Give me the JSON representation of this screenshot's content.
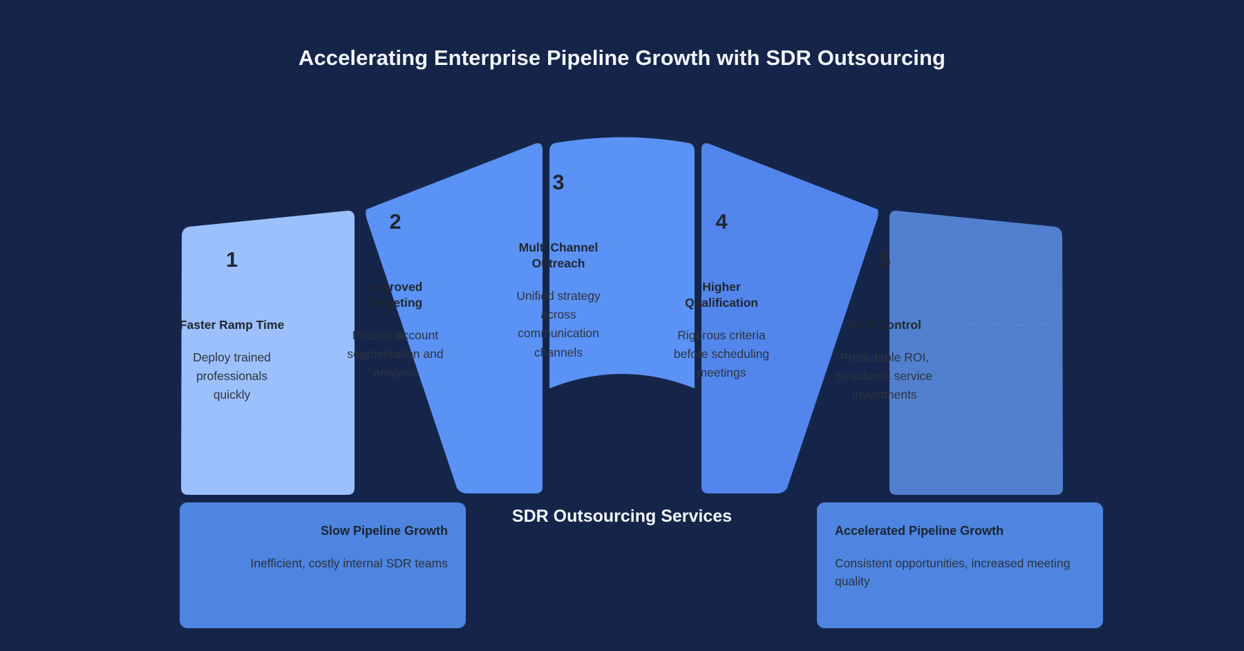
{
  "title": "Accelerating Enterprise Pipeline Growth with SDR Outsourcing",
  "center_label": "SDR Outsourcing Services",
  "colors": {
    "background": "#15254a",
    "title_text": "#f2f5fa",
    "panel_1": "#9cc0fb",
    "panel_2": "#5b92f5",
    "panel_3": "#5b92f5",
    "panel_4": "#5286ec",
    "panel_5": "#5280cf",
    "box": "#4d85e0",
    "body_text": "#2d3440",
    "heading_text": "#20272f"
  },
  "panels": [
    {
      "number": "1",
      "heading": "Faster Ramp Time",
      "description": "Deploy trained professionals quickly"
    },
    {
      "number": "2",
      "heading": "Improved Targeting",
      "description": "Precise account segmentation and analysis"
    },
    {
      "number": "3",
      "heading": "Multi Channel Outreach",
      "description": "Unified strategy across communication channels"
    },
    {
      "number": "4",
      "heading": "Higher Qualification",
      "description": "Rigorous criteria before scheduling meetings"
    },
    {
      "number": "5",
      "heading": "Cost Control",
      "description": "Predictable ROI, structured service investments"
    }
  ],
  "bottom_boxes": {
    "left": {
      "heading": "Slow Pipeline Growth",
      "description": "Inefficient, costly internal SDR teams"
    },
    "right": {
      "heading": "Accelerated Pipeline Growth",
      "description": "Consistent opportunities, increased meeting quality"
    }
  }
}
